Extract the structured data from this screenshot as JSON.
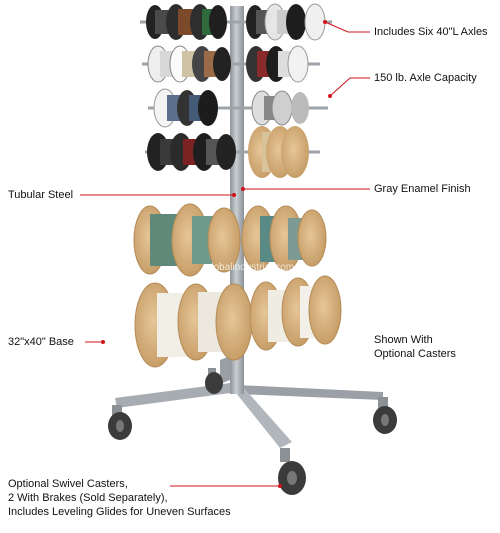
{
  "labels": {
    "axles": "Includes Six 40\"L Axles",
    "capacity": "150 lb. Axle Capacity",
    "tubular": "Tubular Steel",
    "finish": "Gray Enamel Finish",
    "base": "32\"x40\" Base",
    "shown_line1": "Shown With",
    "shown_line2": "Optional Casters",
    "casters_line1": "Optional Swivel Casters,",
    "casters_line2": "2 With Brakes (Sold Separately),",
    "casters_line3": "Includes Leveling Glides for Uneven Surfaces"
  },
  "watermark": "globalindustrial.com",
  "colors": {
    "callout_line": "#d0141b",
    "frame": "#a7adb2",
    "wood": "#d8b483",
    "background": "#ffffff"
  }
}
